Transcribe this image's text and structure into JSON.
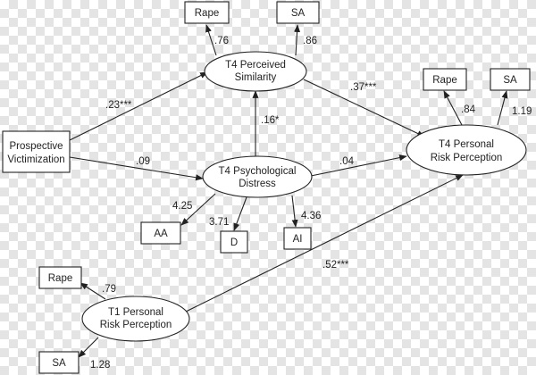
{
  "nodes": {
    "rape_top": "Rape",
    "sa_top": "SA",
    "t4_perceived": [
      "T4 Perceived",
      "Similarity"
    ],
    "rape_right": "Rape",
    "sa_right": "SA",
    "prospective": [
      "Prospective",
      "Victimization"
    ],
    "t4_psych": [
      "T4 Psychological",
      "Distress"
    ],
    "t4_personal": [
      "T4 Personal",
      "Risk Perception"
    ],
    "aa": "AA",
    "d": "D",
    "ai": "AI",
    "rape_bottom": "Rape",
    "t1_personal": [
      "T1 Personal",
      "Risk Perception"
    ],
    "sa_bottom": "SA"
  },
  "coefficients": {
    "perceived_rape": ".76",
    "perceived_sa": ".86",
    "prospective_perceived": ".23***",
    "perceived_t4personal": ".37***",
    "t4personal_rape": ".84",
    "t4personal_sa": "1.19",
    "psych_perceived": ".16*",
    "prospective_psych": ".09",
    "psych_t4personal": ".04",
    "psych_aa": "4.25",
    "psych_d": "3.71",
    "psych_ai": "4.36",
    "t1_t4personal": ".52***",
    "t1_rape": ".79",
    "t1_sa": "1.28"
  }
}
